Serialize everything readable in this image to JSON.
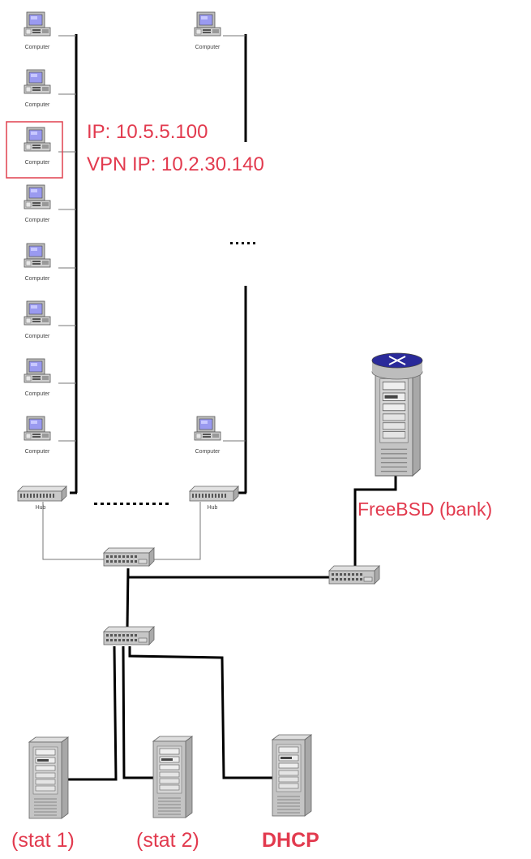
{
  "diagram": {
    "type": "network-topology",
    "computer_label": "Computer",
    "hub_label": "Hub",
    "annotations": {
      "ip": "IP: 10.5.5.100",
      "vpn_ip": "VPN IP: 10.2.30.140",
      "freebsd": "FreeBSD (bank)",
      "stat1": "(stat 1)",
      "stat2": "(stat 2)",
      "dhcp": "DHCP"
    },
    "left_column_computers": 8,
    "right_column_computers": 2,
    "highlighted_computer_index": 2,
    "colors": {
      "annotation": "#e23a4e",
      "highlight_box": "#e0404f",
      "screen": "#9a9af0",
      "router_top": "#2a2a9a"
    },
    "nodes": [
      {
        "id": "hub-left",
        "kind": "hub",
        "label": "Hub"
      },
      {
        "id": "hub-right",
        "kind": "hub",
        "label": "Hub"
      },
      {
        "id": "switch-core",
        "kind": "switch"
      },
      {
        "id": "switch-bank",
        "kind": "switch"
      },
      {
        "id": "switch-servers",
        "kind": "switch"
      },
      {
        "id": "router-freebsd",
        "kind": "router-server",
        "label": "FreeBSD (bank)"
      },
      {
        "id": "server-stat1",
        "kind": "server",
        "label": "(stat 1)"
      },
      {
        "id": "server-stat2",
        "kind": "server",
        "label": "(stat 2)"
      },
      {
        "id": "server-dhcp",
        "kind": "server",
        "label": "DHCP"
      }
    ],
    "edges": [
      [
        "left-computers",
        "hub-left"
      ],
      [
        "right-computers",
        "hub-right"
      ],
      [
        "hub-left",
        "switch-core"
      ],
      [
        "hub-right",
        "switch-core"
      ],
      [
        "switch-core",
        "switch-bank"
      ],
      [
        "switch-bank",
        "router-freebsd"
      ],
      [
        "switch-core",
        "switch-servers"
      ],
      [
        "switch-servers",
        "server-stat1"
      ],
      [
        "switch-servers",
        "server-stat2"
      ],
      [
        "switch-servers",
        "server-dhcp"
      ]
    ]
  }
}
